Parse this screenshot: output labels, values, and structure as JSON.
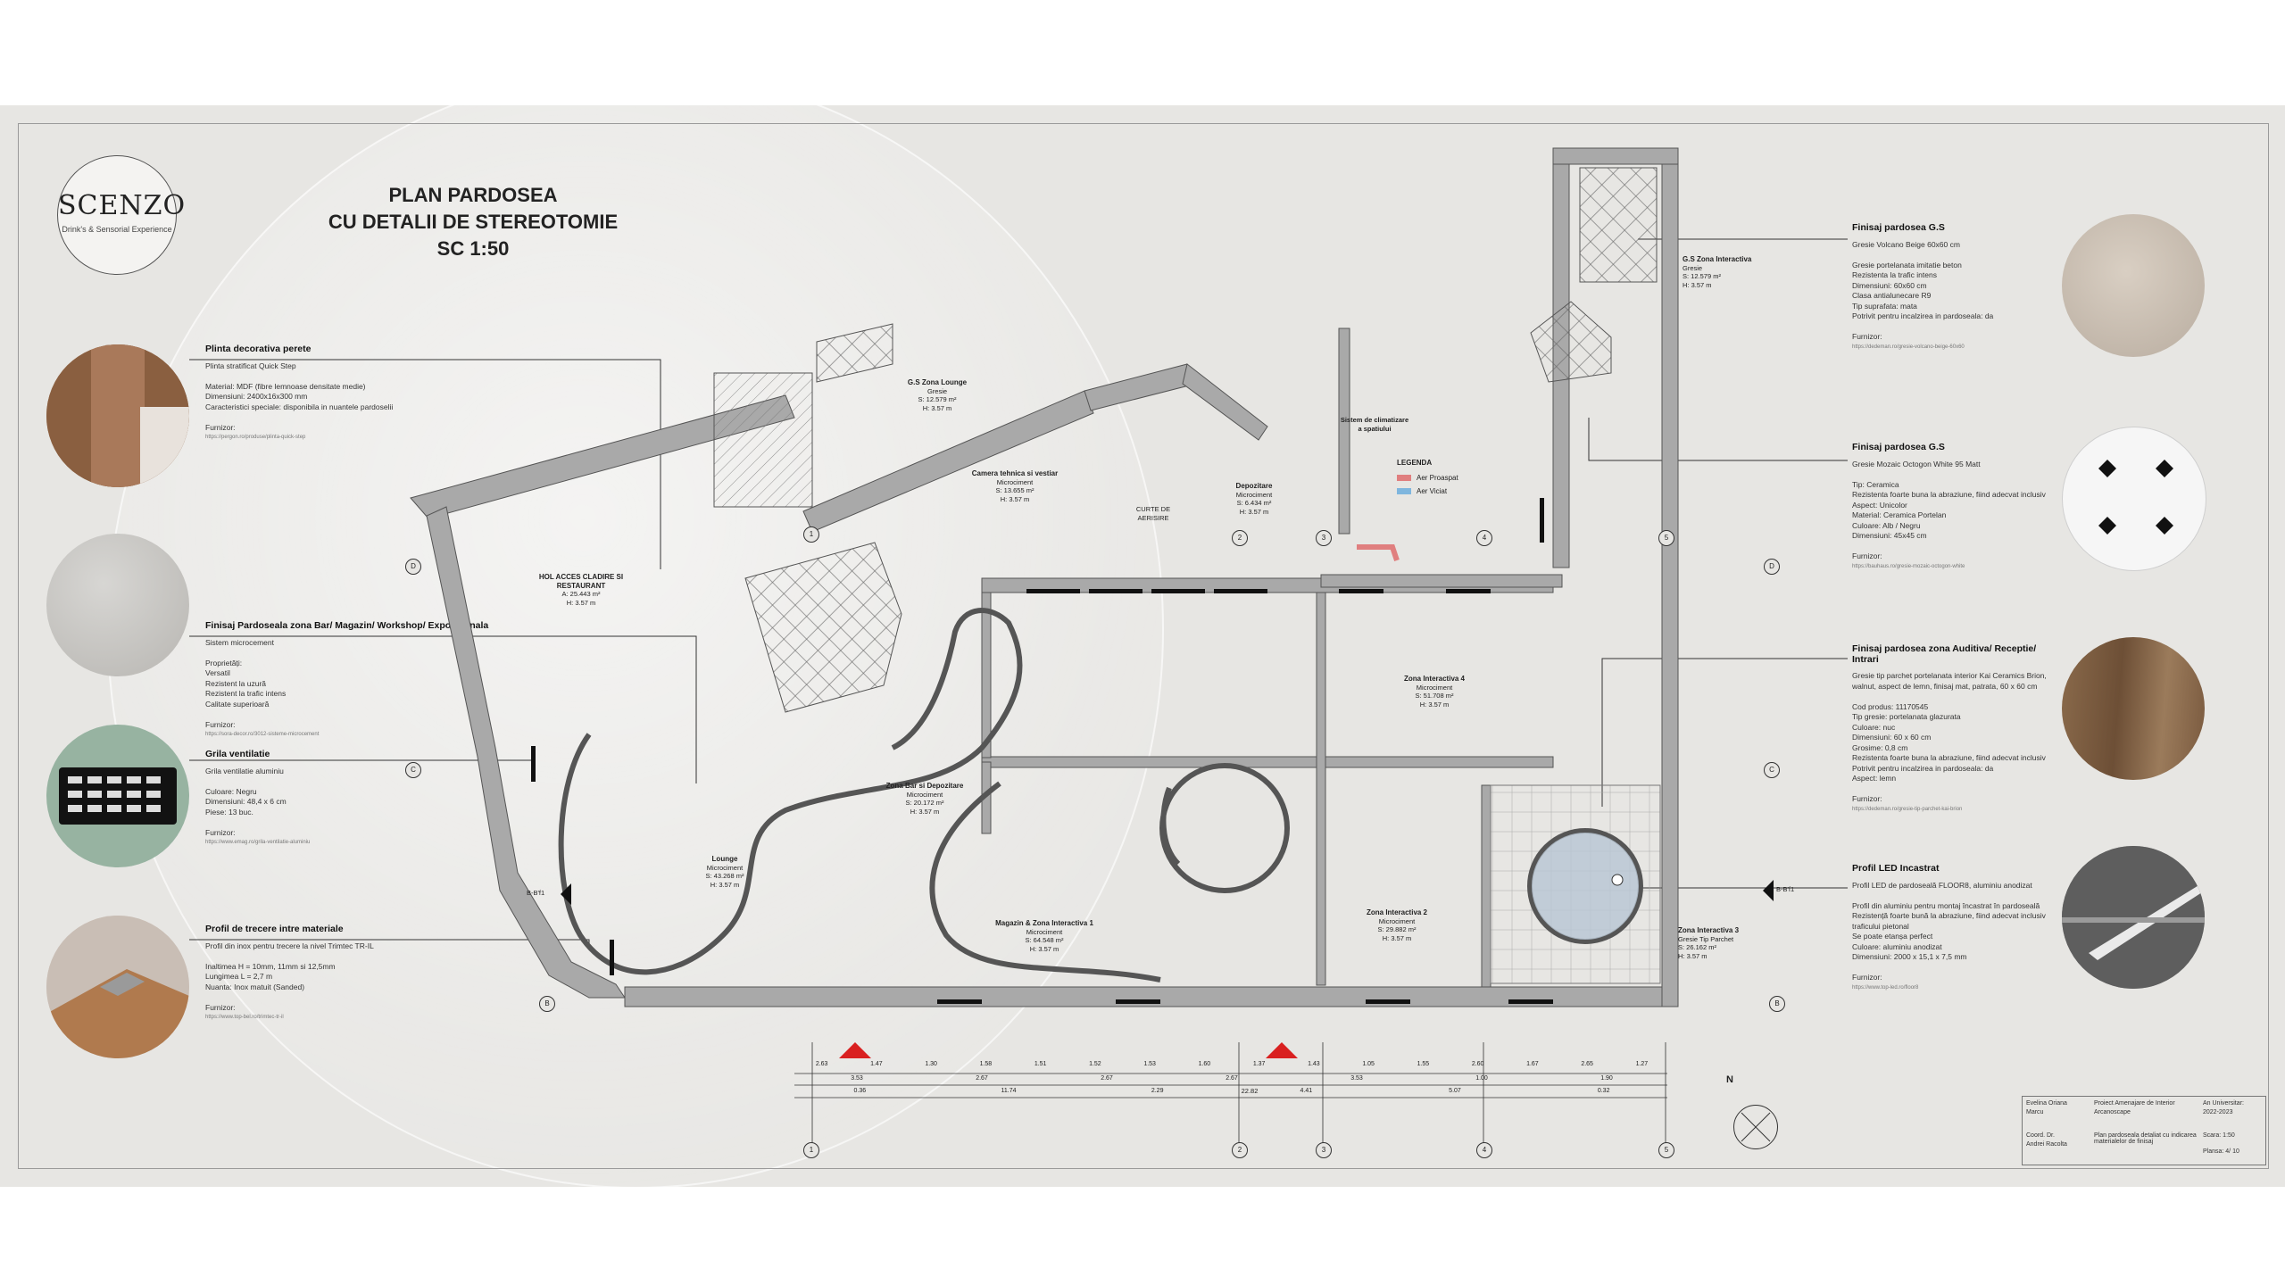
{
  "logo": {
    "name": "SCENZO",
    "tagline": "Drink's & Sensorial Experience"
  },
  "title": {
    "line1": "PLAN PARDOSEA",
    "line2": "CU DETALII DE STEREOTOMIE",
    "line3": "SC 1:50"
  },
  "left_annotations": [
    {
      "heading": "Plinta decorativa perete",
      "lines": [
        "Plinta stratificat Quick Step",
        "",
        "Material: MDF (fibre lemnoase densitate medie)",
        "Dimensiuni: 2400x16x300 mm",
        "Caracteristici speciale: disponibila in nuantele pardoselii",
        "",
        "Furnizor:"
      ],
      "url": "https://pergon.ro/produse/plinta-quick-step"
    },
    {
      "heading": "Finisaj Pardoseala zona Bar/ Magazin/ Workshop/ Expozitionala",
      "lines": [
        "Sistem microcement",
        "",
        "Proprietăți:",
        "Versatil",
        "Rezistent la uzură",
        "Rezistent la trafic intens",
        "Calitate superioară",
        "",
        "Furnizor:"
      ],
      "url": "https://sora-decor.ro/3012-sisteme-microcement"
    },
    {
      "heading": "Grila ventilatie",
      "lines": [
        "Grila ventilatie aluminiu",
        "",
        "Culoare: Negru",
        "Dimensiuni: 48,4 x 6 cm",
        "Piese: 13 buc.",
        "",
        "Furnizor:"
      ],
      "url": "https://www.emag.ro/grila-ventilatie-aluminiu"
    },
    {
      "heading": "Profil de trecere intre materiale",
      "lines": [
        "Profil din inox pentru trecere la nivel Trimtec TR-IL",
        "",
        "Inaltimea H = 10mm, 11mm si 12,5mm",
        "Lungimea L = 2,7 m",
        "Nuanta: Inox matuit (Sanded)",
        "",
        "Furnizor:"
      ],
      "url": "https://www.top-bel.ro/trimtec-tr-il"
    }
  ],
  "right_annotations": [
    {
      "heading": "Finisaj pardosea G.S",
      "lines": [
        "Gresie Volcano Beige 60x60 cm",
        "",
        "Gresie portelanata imitatie beton",
        "Rezistenta la trafic intens",
        "Dimensiuni: 60x60 cm",
        "Clasa antialunecare R9",
        "Tip suprafata: mata",
        "Potrivit pentru incalzirea in pardoseala: da",
        "",
        "Furnizor:"
      ],
      "url": "https://dedeman.ro/gresie-volcano-beige-60x60"
    },
    {
      "heading": "Finisaj pardosea G.S",
      "lines": [
        "Gresie Mozaic Octogon White 95 Matt",
        "",
        "Tip: Ceramica",
        "Rezistenta foarte buna la abraziune, fiind adecvat inclusiv",
        "Aspect: Unicolor",
        "Material: Ceramica Portelan",
        "Culoare: Alb / Negru",
        "Dimensiuni: 45x45 cm",
        "",
        "Furnizor:"
      ],
      "url": "https://bauhaus.ro/gresie-mozaic-octogon-white"
    },
    {
      "heading": "Finisaj pardosea zona Auditiva/ Receptie/ Intrari",
      "lines": [
        "Gresie tip parchet portelanata interior Kai Ceramics Brion,",
        "walnut, aspect de lemn, finisaj mat, patrata, 60 x 60 cm",
        "",
        "Cod produs: 11170545",
        "Tip gresie: portelanata glazurata",
        "Culoare: nuc",
        "Dimensiuni: 60 x 60 cm",
        "Grosime: 0,8 cm",
        "Rezistenta foarte buna la abraziune, fiind adecvat inclusiv",
        "Potrivit pentru incalzirea in pardoseala: da",
        "Aspect: lemn",
        "",
        "Furnizor:"
      ],
      "url": "https://dedeman.ro/gresie-tip-parchet-kai-brion"
    },
    {
      "heading": "Profil LED Incastrat",
      "lines": [
        "Profil LED de pardoseală FLOOR8, aluminiu anodizat",
        "",
        "Profil din aluminiu pentru montaj încastrat în pardoseală",
        "Rezistență foarte bună la abraziune, fiind adecvat inclusiv",
        "traficului pietonal",
        "Se poate etanșa perfect",
        "Culoare: aluminiu anodizat",
        "Dimensiuni: 2000 x 15,1 x 7,5 mm",
        "",
        "Furnizor:"
      ],
      "url": "https://www.top-led.ro/floor8"
    }
  ],
  "rooms": [
    {
      "name": "HOL ACCES CLADIRE SI RESTAURANT",
      "lines": [
        "A: 25.443 m²",
        "H: 3.57 m"
      ]
    },
    {
      "name": "G.S Zona Lounge",
      "lines": [
        "Gresie",
        "S: 12.579 m²",
        "H: 3.57 m"
      ]
    },
    {
      "name": "Camera tehnica si vestiar",
      "lines": [
        "Microciment",
        "S: 13.655 m²",
        "H: 3.57 m"
      ]
    },
    {
      "name": "CURTE DE AERISIRE",
      "lines": []
    },
    {
      "name": "Depozitare",
      "lines": [
        "Microciment",
        "S: 6.434 m²",
        "H: 3.57 m"
      ]
    },
    {
      "name": "G.S Zona Interactiva",
      "lines": [
        "Gresie",
        "S: 12.579 m²",
        "H: 3.57 m"
      ]
    },
    {
      "name": "Zona Bar si Depozitare",
      "lines": [
        "Microciment",
        "S: 20.172 m²",
        "H: 3.57 m"
      ]
    },
    {
      "name": "Zona Interactiva 4",
      "lines": [
        "Microciment",
        "S: 51.708 m²",
        "H: 3.57 m"
      ]
    },
    {
      "name": "Lounge",
      "lines": [
        "Microciment",
        "S: 43.268 m²",
        "H: 3.57 m"
      ]
    },
    {
      "name": "Magazin & Zona Interactiva 1",
      "lines": [
        "Microciment",
        "S: 64.548 m²",
        "H: 3.57 m"
      ]
    },
    {
      "name": "Zona Interactiva 2",
      "lines": [
        "Microciment",
        "S: 29.882 m²",
        "H: 3.57 m"
      ]
    },
    {
      "name": "Zona Interactiva 3",
      "lines": [
        "Gresie Tip Parchet",
        "S: 26.162 m²",
        "H: 3.57 m"
      ]
    }
  ],
  "hvac": {
    "label_line1": "Sistem de climatizare",
    "label_line2": "a spatiului"
  },
  "legend": {
    "title": "LEGENDA",
    "items": [
      {
        "label": "Aer Proaspat",
        "color": "#e07f7f"
      },
      {
        "label": "Aer Viciat",
        "color": "#7fb6de"
      }
    ]
  },
  "grid_letters": [
    "D",
    "C",
    "B"
  ],
  "grid_numbers": [
    "1",
    "2",
    "3",
    "4",
    "5"
  ],
  "section_marks": [
    "B-B'f1",
    "B-B'f1"
  ],
  "dimensions": {
    "top": [
      "2.63",
      "1.47",
      "1.30",
      "1.58",
      "1.51",
      "1.52",
      "1.53",
      "1.60",
      "1.37",
      "1.43",
      "1.05",
      "1.55",
      "2.60",
      "1.67",
      "2.65",
      "1.27"
    ],
    "mid": [
      "3.53",
      "2.67",
      "2.67",
      "2.67",
      "3.53",
      "1.00",
      "1.90"
    ],
    "bottom": [
      "0.36",
      "11.74",
      "2.29",
      "4.41",
      "5.07",
      "0.32"
    ],
    "total": "22.82"
  },
  "compass": {
    "label": "N"
  },
  "titleblock": {
    "author_label": "Evelina Oriana",
    "author_name": "Marcu",
    "project": "Proiect Amenajare de Interior",
    "project2": "Arcanoscape",
    "year_label": "An Universitar:",
    "year": "2022-2023",
    "coord_label": "Coord. Dr.",
    "coord_name": "Andrei Racolta",
    "drawing": "Plan pardoseala detaliat cu indicarea materialelor de finisaj",
    "scale": "Scara: 1:50",
    "sheet": "Plansa: 4/ 10"
  },
  "colors": {
    "wall": "#a9a9a9",
    "paper": "#e7e6e3",
    "fresh_air": "#e07f7f",
    "stale_air": "#7fb6de",
    "section_marker": "#d92020"
  }
}
